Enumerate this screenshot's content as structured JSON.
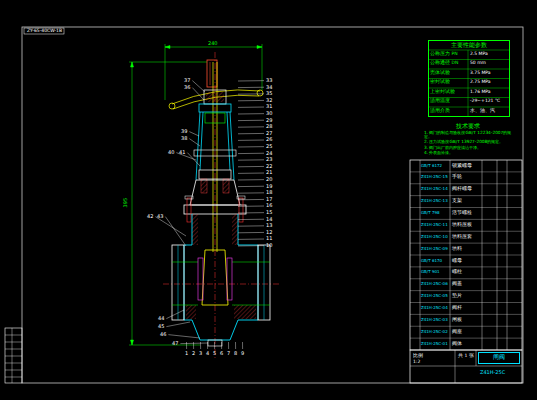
{
  "diagram": {
    "nodes": [
      {
        "text": [
          "主要性能参数"
        ]
      },
      {
        "text": [
          "闸阀"
        ]
      }
    ],
    "labels": [
      "ZY-65-40CW-1B",
      "240",
      "395",
      "37",
      "36",
      "39",
      "38",
      "40",
      "41",
      "42",
      "43",
      "44",
      "45",
      "46",
      "47",
      "33",
      "34",
      "35",
      "32",
      "31",
      "30",
      "29",
      "28",
      "27",
      "26",
      "25",
      "24",
      "23",
      "22",
      "21",
      "20",
      "19",
      "18",
      "17",
      "16",
      "15",
      "14",
      "13",
      "12",
      "11",
      "10",
      "1",
      "2",
      "3",
      "4",
      "5",
      "6",
      "7",
      "8",
      "9",
      "公称压力 PN",
      "2.5 MPa",
      "公称通径 DN",
      "50 mm",
      "壳体试验",
      "3.75 MPa",
      "密封试验",
      "2.75 MPa",
      "上密封试验",
      "1.76 MPa",
      "适用温度",
      "-29~+121 ℃",
      "适用介质",
      "水、油、汽",
      "技术要求",
      "1. 阀门的制造与验收按GB/T 12234-2007的规定。",
      "2. 压力试验按GB/T 13927-2008的规定。",
      "3. 阀门出厂前内腔应清洁干净。",
      "4. 外表面涂漆。",
      "Z41H-25C-01",
      "阀体",
      "Z41H-25C-02",
      "阀座",
      "Z41H-25C-03",
      "闸板",
      "Z41H-25C-04",
      "阀杆",
      "Z41H-25C-05",
      "垫片",
      "Z41H-25C-06",
      "阀盖",
      "GB/T 901",
      "螺柱",
      "GB/T 6170",
      "螺母",
      "Z41H-25C-09",
      "填料",
      "Z41H-25C-10",
      "填料压套",
      "Z41H-25C-11",
      "填料压板",
      "GB/T 798",
      "活节螺栓",
      "Z41H-25C-13",
      "支架",
      "Z41H-25C-14",
      "阀杆螺母",
      "Z41H-25C-15",
      "手轮",
      "GB/T 6172",
      "锁紧螺母",
      "Z41H-25C",
      "比例",
      "1:2",
      "共 1 张"
    ]
  }
}
